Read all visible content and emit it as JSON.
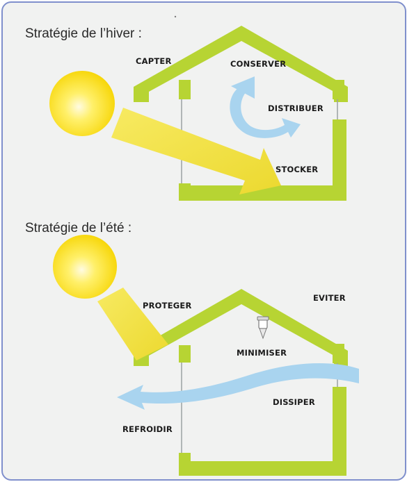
{
  "winter": {
    "heading": "Stratégie de l’hiver :",
    "labels": {
      "capter": "CAPTER",
      "conserver": "CONSERVER",
      "distribuer": "DISTRIBUER",
      "stocker": "STOCKER"
    }
  },
  "summer": {
    "heading": "Stratégie de l’été :",
    "labels": {
      "proteger": "PROTEGER",
      "eviter": "EVITER",
      "minimiser": "MINIMISER",
      "dissiper": "DISSIPER",
      "refroidir": "REFROIDIR"
    }
  },
  "colors": {
    "wall": "#b7d433",
    "sun_ray": "#f3e34a",
    "air_flow": "#a9d4ef",
    "frame_border": "#7f8fcc",
    "background": "#f1f2f1"
  },
  "icons": {
    "sun": "sun-icon",
    "lamp": "lamp-icon"
  }
}
